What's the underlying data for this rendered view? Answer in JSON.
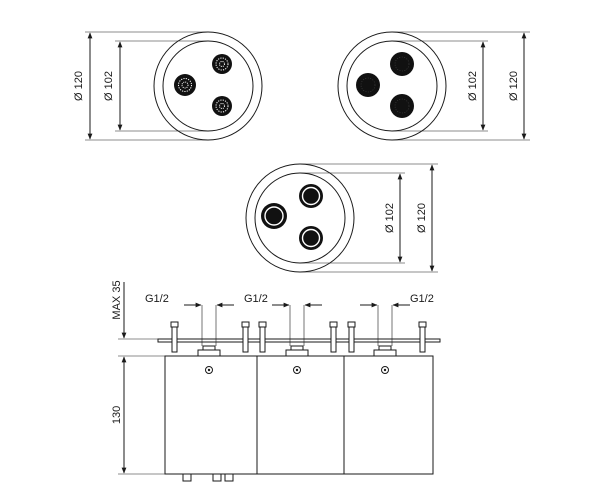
{
  "views": {
    "top_left": {
      "outer_dim": "Ø 120",
      "inner_dim": "Ø 102",
      "nozzle_style": "grid"
    },
    "top_right": {
      "outer_dim": "Ø 120",
      "inner_dim": "Ø 102",
      "nozzle_style": "solid"
    },
    "middle": {
      "outer_dim": "Ø 120",
      "inner_dim": "Ø 102",
      "nozzle_style": "ring"
    }
  },
  "side_view": {
    "max_dim": "MAX 35",
    "height_dim": "130",
    "thread_labels": [
      "G1/2",
      "G1/2",
      "G1/2"
    ]
  },
  "colors": {
    "line": "#1a1a1a",
    "fill_dark": "#111111",
    "background": "#ffffff"
  }
}
